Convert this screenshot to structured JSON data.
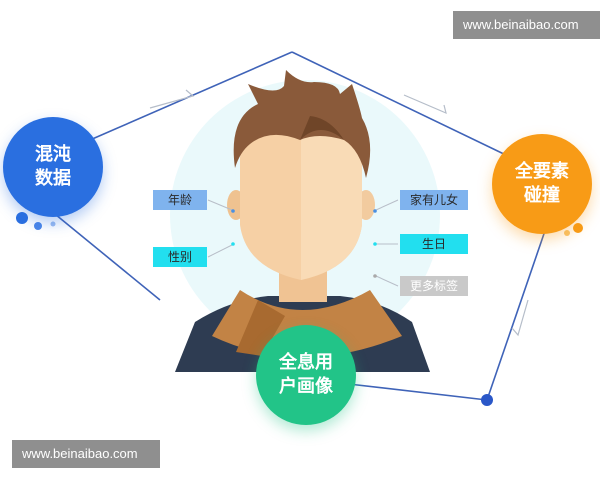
{
  "watermark_top": "www.beinaibao.com",
  "watermark_bottom": "www.beinaibao.com",
  "circles": {
    "left": {
      "line1": "混沌",
      "line2": "数据"
    },
    "right": {
      "line1": "全要素",
      "line2": "碰撞"
    },
    "bottom": {
      "line1": "全息用",
      "line2": "户画像"
    }
  },
  "tags": {
    "age": "年龄",
    "gender": "性别",
    "family": "家有儿女",
    "birthday": "生日",
    "more": "更多标签"
  },
  "colors": {
    "blue": "#2a6fe0",
    "orange": "#f89b16",
    "green": "#22c488",
    "tag_blue": "#7fb3ee",
    "tag_cyan": "#22dfef",
    "tag_grey": "#c9c9c9",
    "line": "#3f63b8"
  }
}
